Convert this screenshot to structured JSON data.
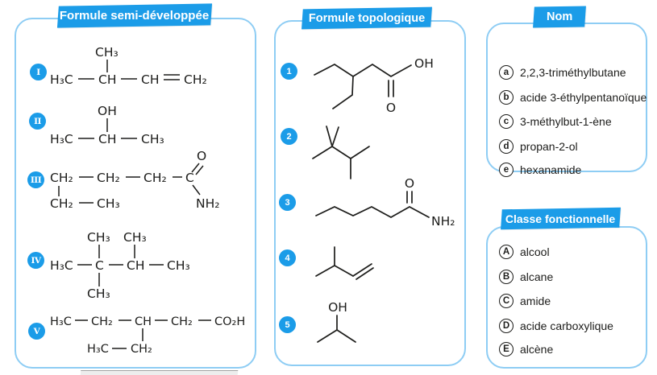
{
  "colors": {
    "tab_blue": "#1b9ce8",
    "border_blue": "#8ecdf4",
    "ink": "#1d1d1b"
  },
  "panels": {
    "semi": {
      "title": "Formule semi-développée",
      "s1": {
        "badge": "I",
        "top": "CH₃",
        "t1": "H₃C",
        "t2": "CH",
        "t3": "CH",
        "t4": "CH₂"
      },
      "s2": {
        "badge": "II",
        "top": "OH",
        "t1": "H₃C",
        "t2": "CH",
        "t3": "CH₃"
      },
      "s3": {
        "badge": "III",
        "t1": "CH₂",
        "t2": "CH₂",
        "t3": "CH₂",
        "t4": "C",
        "o": "O",
        "nh2": "NH₂",
        "b1": "CH₂",
        "b2": "CH₃"
      },
      "s4": {
        "badge": "IV",
        "top1": "CH₃",
        "top2": "CH₃",
        "t1": "H₃C",
        "t2": "C",
        "t3": "CH",
        "t4": "CH₃",
        "bottom": "CH₃"
      },
      "s5": {
        "badge": "V",
        "t1": "H₃C",
        "t2": "CH₂",
        "t3": "CH",
        "t4": "CH₂",
        "t5": "CO₂H",
        "b1": "H₃C",
        "b2": "CH₂"
      }
    },
    "topo": {
      "title": "Formule topologique",
      "s1": {
        "badge": "1",
        "oh": "OH",
        "o": "O"
      },
      "s2": {
        "badge": "2"
      },
      "s3": {
        "badge": "3",
        "o": "O",
        "nh2": "NH₂"
      },
      "s4": {
        "badge": "4"
      },
      "s5": {
        "badge": "5",
        "oh": "OH"
      }
    },
    "nom": {
      "title": "Nom",
      "items": [
        {
          "badge": "a",
          "label": "2,2,3-triméthylbutane"
        },
        {
          "badge": "b",
          "label": "acide 3-éthylpentanoïque"
        },
        {
          "badge": "c",
          "label": "3-méthylbut-1-ène"
        },
        {
          "badge": "d",
          "label": "propan-2-ol"
        },
        {
          "badge": "e",
          "label": "hexanamide"
        }
      ]
    },
    "classe": {
      "title": "Classe fonctionnelle",
      "items": [
        {
          "badge": "A",
          "label": "alcool"
        },
        {
          "badge": "B",
          "label": "alcane"
        },
        {
          "badge": "C",
          "label": "amide"
        },
        {
          "badge": "D",
          "label": "acide carboxylique"
        },
        {
          "badge": "E",
          "label": "alcène"
        }
      ]
    }
  }
}
